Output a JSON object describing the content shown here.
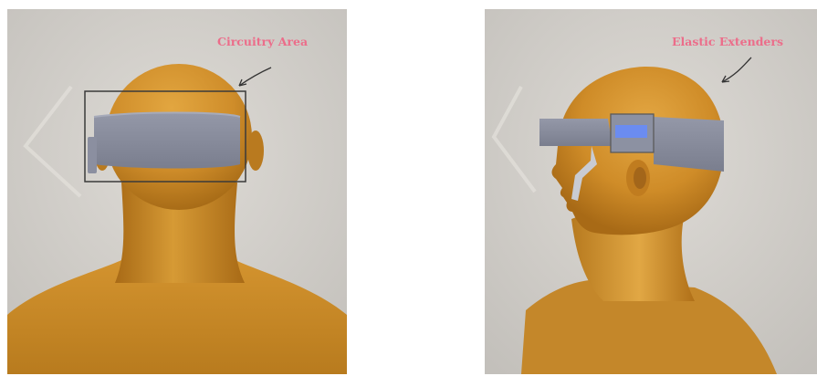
{
  "figures": [
    {
      "view": "back",
      "annotation": "Circuitry Area",
      "annotation_color": "#ec6d8a",
      "skin_color": "#d1922f",
      "band_color": "#868a9b"
    },
    {
      "view": "side",
      "annotation": "Elastic Extenders",
      "annotation_color": "#ec6d8a",
      "skin_color": "#d1922f",
      "band_color": "#868a9b",
      "module_color": "#6b8cf0"
    }
  ]
}
